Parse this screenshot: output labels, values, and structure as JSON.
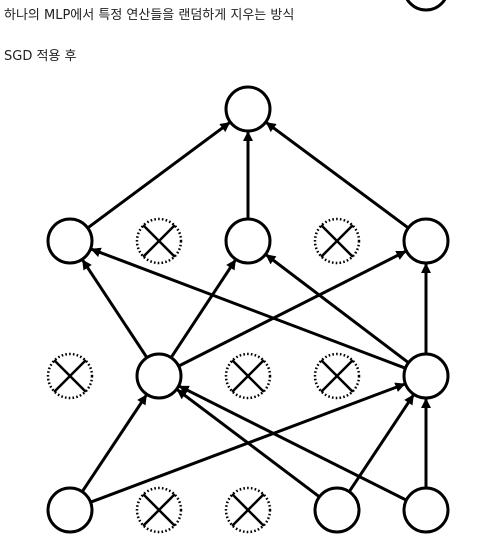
{
  "text": {
    "line1": "하나의 MLP에서 특정 연산들을 랜덤하게 지우는 방식",
    "line2": "SGD 적용 후"
  },
  "diagram": {
    "kind": "neural-network-dropout",
    "layers": [
      {
        "id": "output",
        "nodes": [
          {
            "id": "o1",
            "dropped": false
          }
        ]
      },
      {
        "id": "hidden2",
        "nodes": [
          {
            "id": "h2_1",
            "dropped": false
          },
          {
            "id": "h2_2",
            "dropped": true
          },
          {
            "id": "h2_3",
            "dropped": false
          },
          {
            "id": "h2_4",
            "dropped": true
          },
          {
            "id": "h2_5",
            "dropped": false
          }
        ]
      },
      {
        "id": "hidden1",
        "nodes": [
          {
            "id": "h1_1",
            "dropped": true
          },
          {
            "id": "h1_2",
            "dropped": false
          },
          {
            "id": "h1_3",
            "dropped": true
          },
          {
            "id": "h1_4",
            "dropped": true
          },
          {
            "id": "h1_5",
            "dropped": false
          }
        ]
      },
      {
        "id": "input",
        "nodes": [
          {
            "id": "i1",
            "dropped": false
          },
          {
            "id": "i2",
            "dropped": true
          },
          {
            "id": "i3",
            "dropped": true
          },
          {
            "id": "i4",
            "dropped": false
          },
          {
            "id": "i5",
            "dropped": false
          }
        ]
      }
    ],
    "edges": [
      [
        "i1",
        "h1_2"
      ],
      [
        "i1",
        "h1_5"
      ],
      [
        "i4",
        "h1_2"
      ],
      [
        "i4",
        "h1_5"
      ],
      [
        "i5",
        "h1_2"
      ],
      [
        "i5",
        "h1_5"
      ],
      [
        "h1_2",
        "h2_1"
      ],
      [
        "h1_2",
        "h2_3"
      ],
      [
        "h1_2",
        "h2_5"
      ],
      [
        "h1_5",
        "h2_1"
      ],
      [
        "h1_5",
        "h2_3"
      ],
      [
        "h1_5",
        "h2_5"
      ],
      [
        "h2_1",
        "o1"
      ],
      [
        "h2_3",
        "o1"
      ],
      [
        "h2_5",
        "o1"
      ]
    ],
    "colors": {
      "stroke": "#000000",
      "fill": "#ffffff",
      "text": "#222222"
    }
  }
}
